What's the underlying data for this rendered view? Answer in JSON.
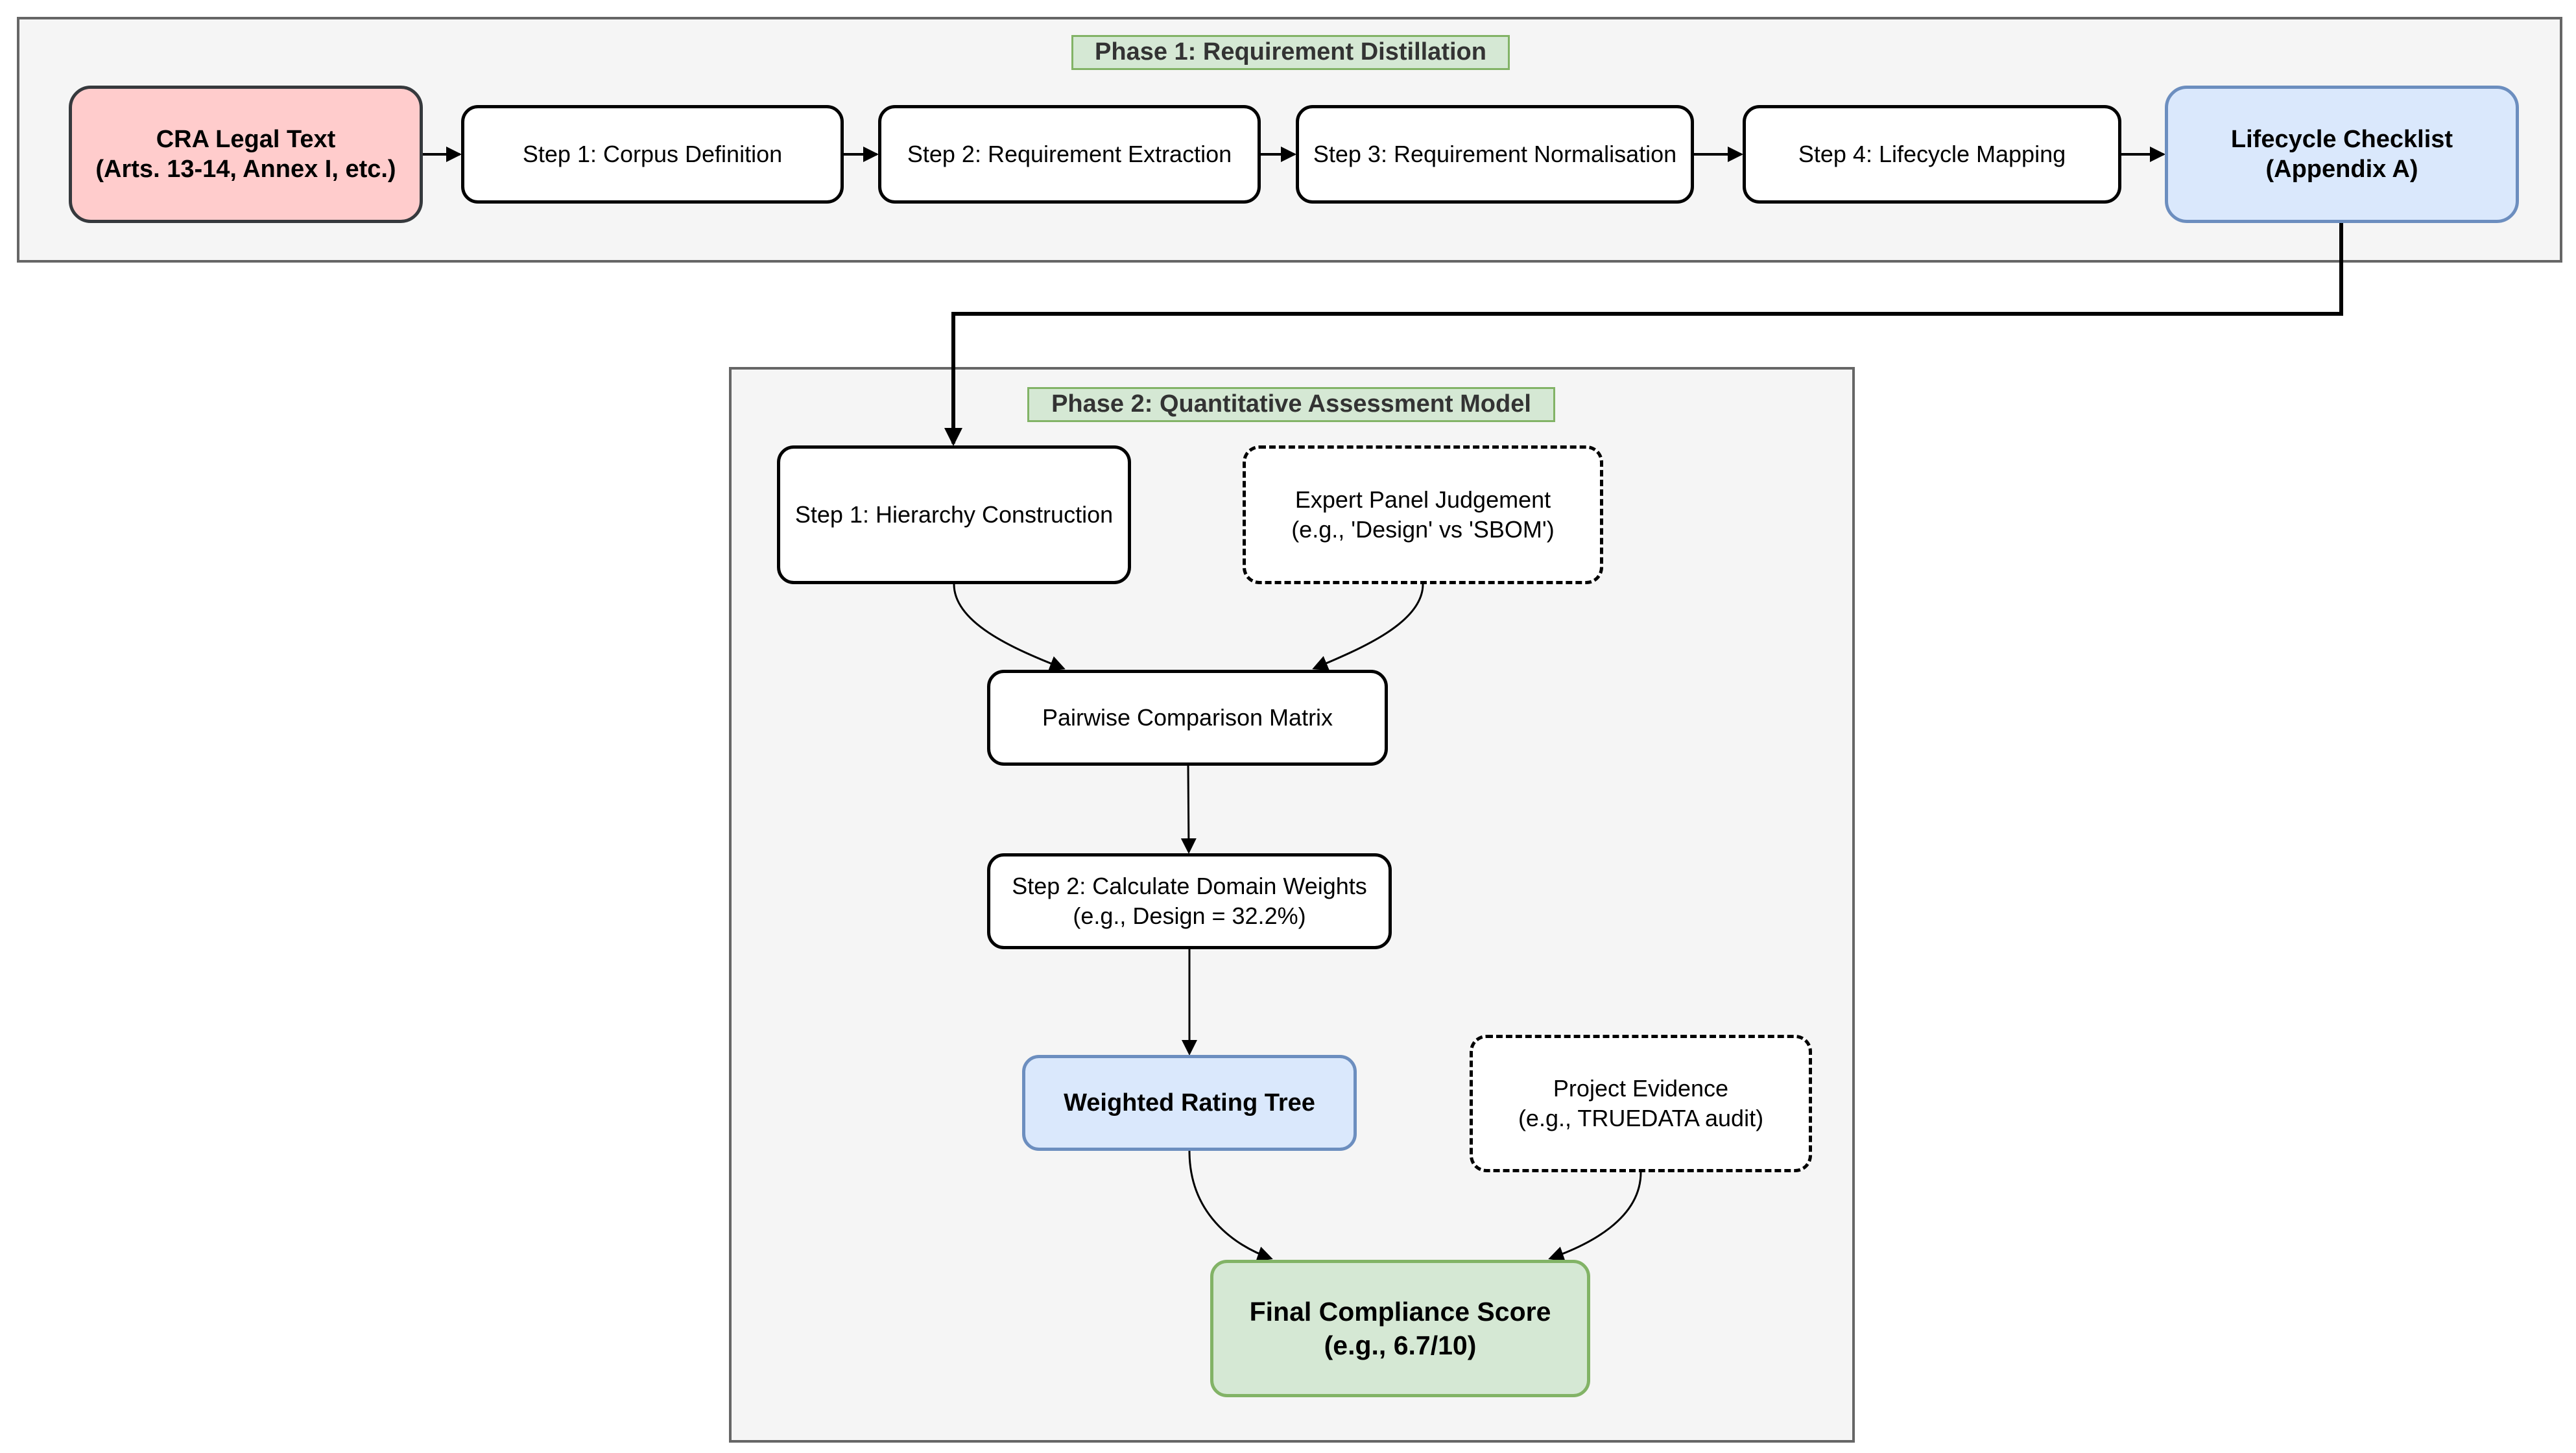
{
  "phase1": {
    "title": "Phase 1: Requirement Distillation",
    "nodes": {
      "cra": {
        "line1": "CRA Legal Text",
        "line2": "(Arts. 13-14, Annex I, etc.)"
      },
      "step1": "Step 1: Corpus Definition",
      "step2": "Step 2: Requirement Extraction",
      "step3": "Step 3: Requirement Normalisation",
      "step4": "Step 4: Lifecycle Mapping",
      "checklist": {
        "line1": "Lifecycle Checklist",
        "line2": "(Appendix A)"
      }
    }
  },
  "phase2": {
    "title": "Phase 2: Quantitative Assessment Model",
    "nodes": {
      "hierarchy": "Step 1: Hierarchy Construction",
      "expert": {
        "line1": "Expert Panel Judgement",
        "line2": "(e.g., 'Design' vs 'SBOM')"
      },
      "pairwise": "Pairwise Comparison Matrix",
      "weights": {
        "line1": "Step 2: Calculate Domain Weights",
        "line2": "(e.g., Design = 32.2%)"
      },
      "tree": "Weighted Rating Tree",
      "evidence": {
        "line1": "Project Evidence",
        "line2": "(e.g., TRUEDATA audit)"
      },
      "score": {
        "line1": "Final Compliance Score",
        "line2": "(e.g., 6.7/10)"
      }
    }
  },
  "colors": {
    "container_fill": "#f5f5f5",
    "container_border": "#666666",
    "title_fill": "#d5e8d4",
    "title_border": "#82b366",
    "source_fill": "#ffcccc",
    "output_fill": "#dae8fc",
    "output_border": "#6c8ebf",
    "score_fill": "#d5e8d4",
    "score_border": "#82b366"
  }
}
